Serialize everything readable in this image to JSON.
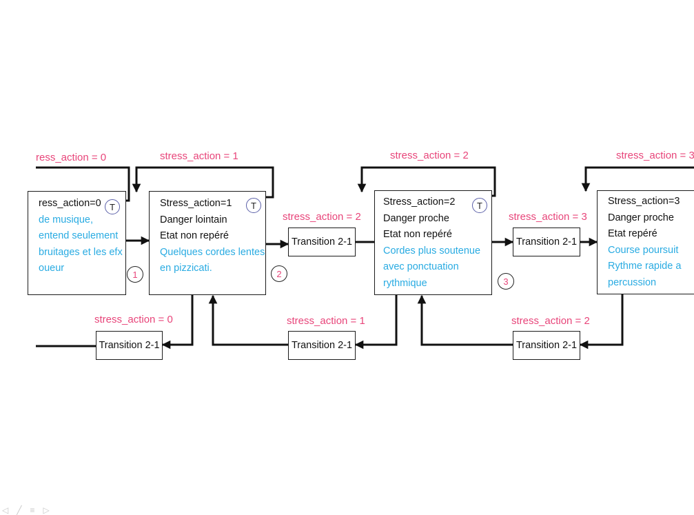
{
  "states": [
    {
      "lines": [
        "ress_action=0",
        "de musique,",
        "entend seulement",
        "bruitages et les efx",
        "oueur"
      ],
      "badge": "T",
      "number": "1"
    },
    {
      "lines": [
        "Stress_action=1",
        "Danger lointain",
        "Etat non repéré",
        "Quelques cordes lentes",
        "en pizzicati."
      ],
      "badge": "T",
      "number": "2"
    },
    {
      "lines": [
        "Stress_action=2",
        "Danger proche",
        "Etat non repéré",
        "Cordes plus soutenue",
        "avec ponctuation",
        "rythmique"
      ],
      "badge": "T",
      "number": "3"
    },
    {
      "lines": [
        "Stress_action=3",
        "Danger proche",
        "Etat repéré",
        "Course poursuit",
        "Rythme rapide a",
        "percussion"
      ],
      "badge": ""
    }
  ],
  "transitions_top": [
    "Transition 2-1",
    "Transition 2-1"
  ],
  "transitions_bottom": [
    "Transition 2-1",
    "Transition 2-1",
    "Transition 2-1"
  ],
  "labels": {
    "loop0": "ress_action = 0",
    "loop1": "stress_action = 1",
    "loop2": "stress_action = 2",
    "loop3": "stress_action = 3",
    "fwd12": "stress_action = 2",
    "fwd23": "stress_action = 3",
    "back0": "stress_action = 0",
    "back1": "stress_action = 1",
    "back2": "stress_action = 2"
  },
  "colors": {
    "label": "#e8457a",
    "description": "#29abe2",
    "stroke": "#111111"
  }
}
